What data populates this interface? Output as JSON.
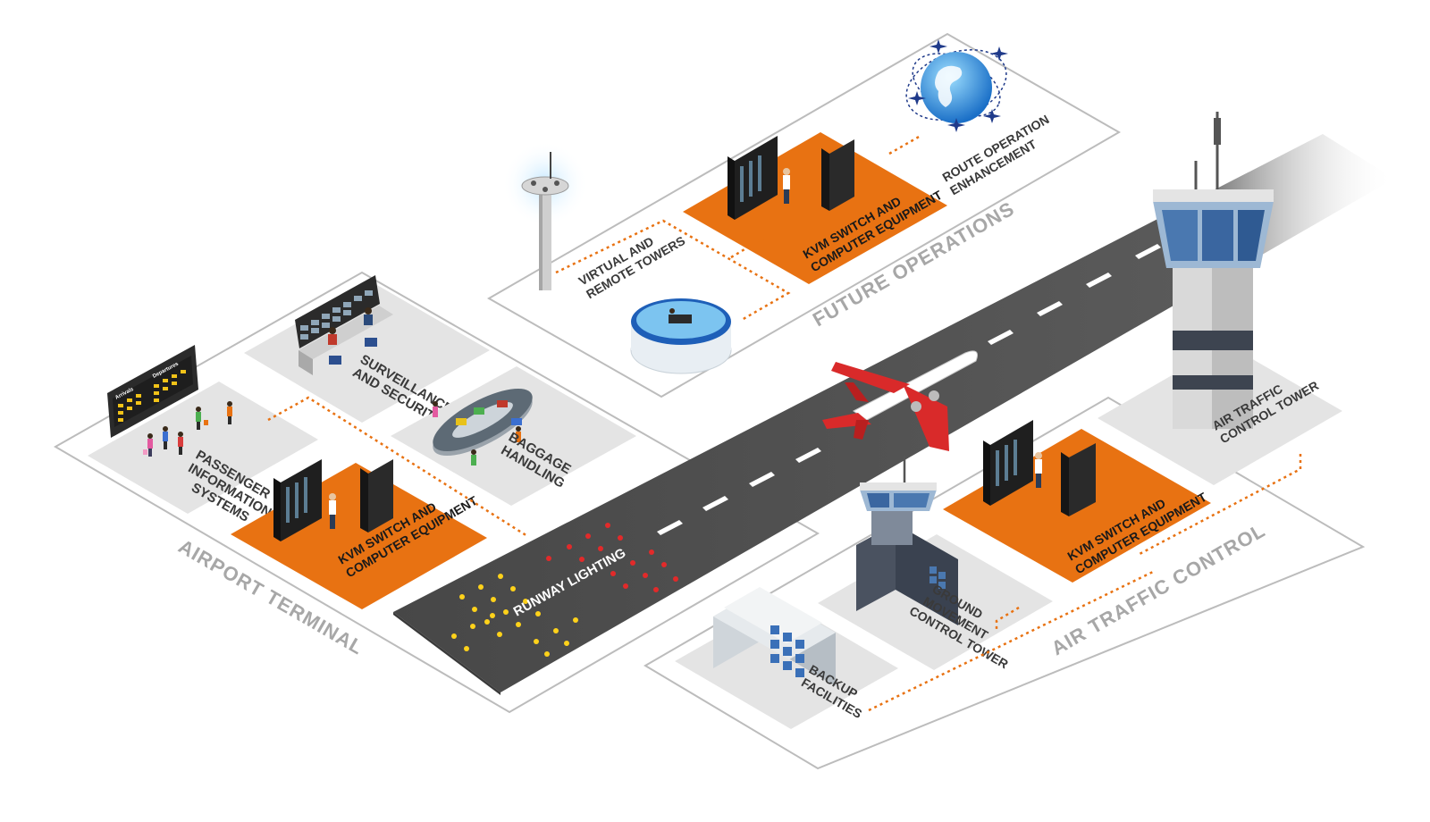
{
  "zones": {
    "airport_terminal": "AIRPORT TERMINAL",
    "future_operations": "FUTURE OPERATIONS",
    "air_traffic_control": "AIR TRAFFIC CONTROL"
  },
  "labels": {
    "passenger_info": [
      "PASSENGER",
      "INFORMATION",
      "SYSTEMS"
    ],
    "surveillance": [
      "SURVEILLANCE",
      "AND SECURITY"
    ],
    "baggage": [
      "BAGGAGE",
      "HANDLING"
    ],
    "kvm": [
      "KVM SWITCH AND",
      "COMPUTER EQUIPMENT"
    ],
    "virtual_towers": [
      "VIRTUAL AND",
      "REMOTE TOWERS"
    ],
    "route_operation": [
      "ROUTE OPERATION",
      "ENHANCEMENT"
    ],
    "runway_lighting": "RUNWAY LIGHTING",
    "atc_tower": [
      "AIR TRAFFIC",
      "CONTROL TOWER"
    ],
    "ground_movement": [
      "GROUND",
      "MOVEMENT",
      "CONTROL TOWER"
    ],
    "backup": [
      "BACKUP",
      "FACILITIES"
    ]
  },
  "board": {
    "arrivals": "Arrivals",
    "departures": "Departures"
  },
  "colors": {
    "accent": "#e87212",
    "panel_border": "#bcbcbc",
    "tile": "#e4e4e4",
    "runway": "#474747",
    "zone_text": "#a7a7a7"
  }
}
